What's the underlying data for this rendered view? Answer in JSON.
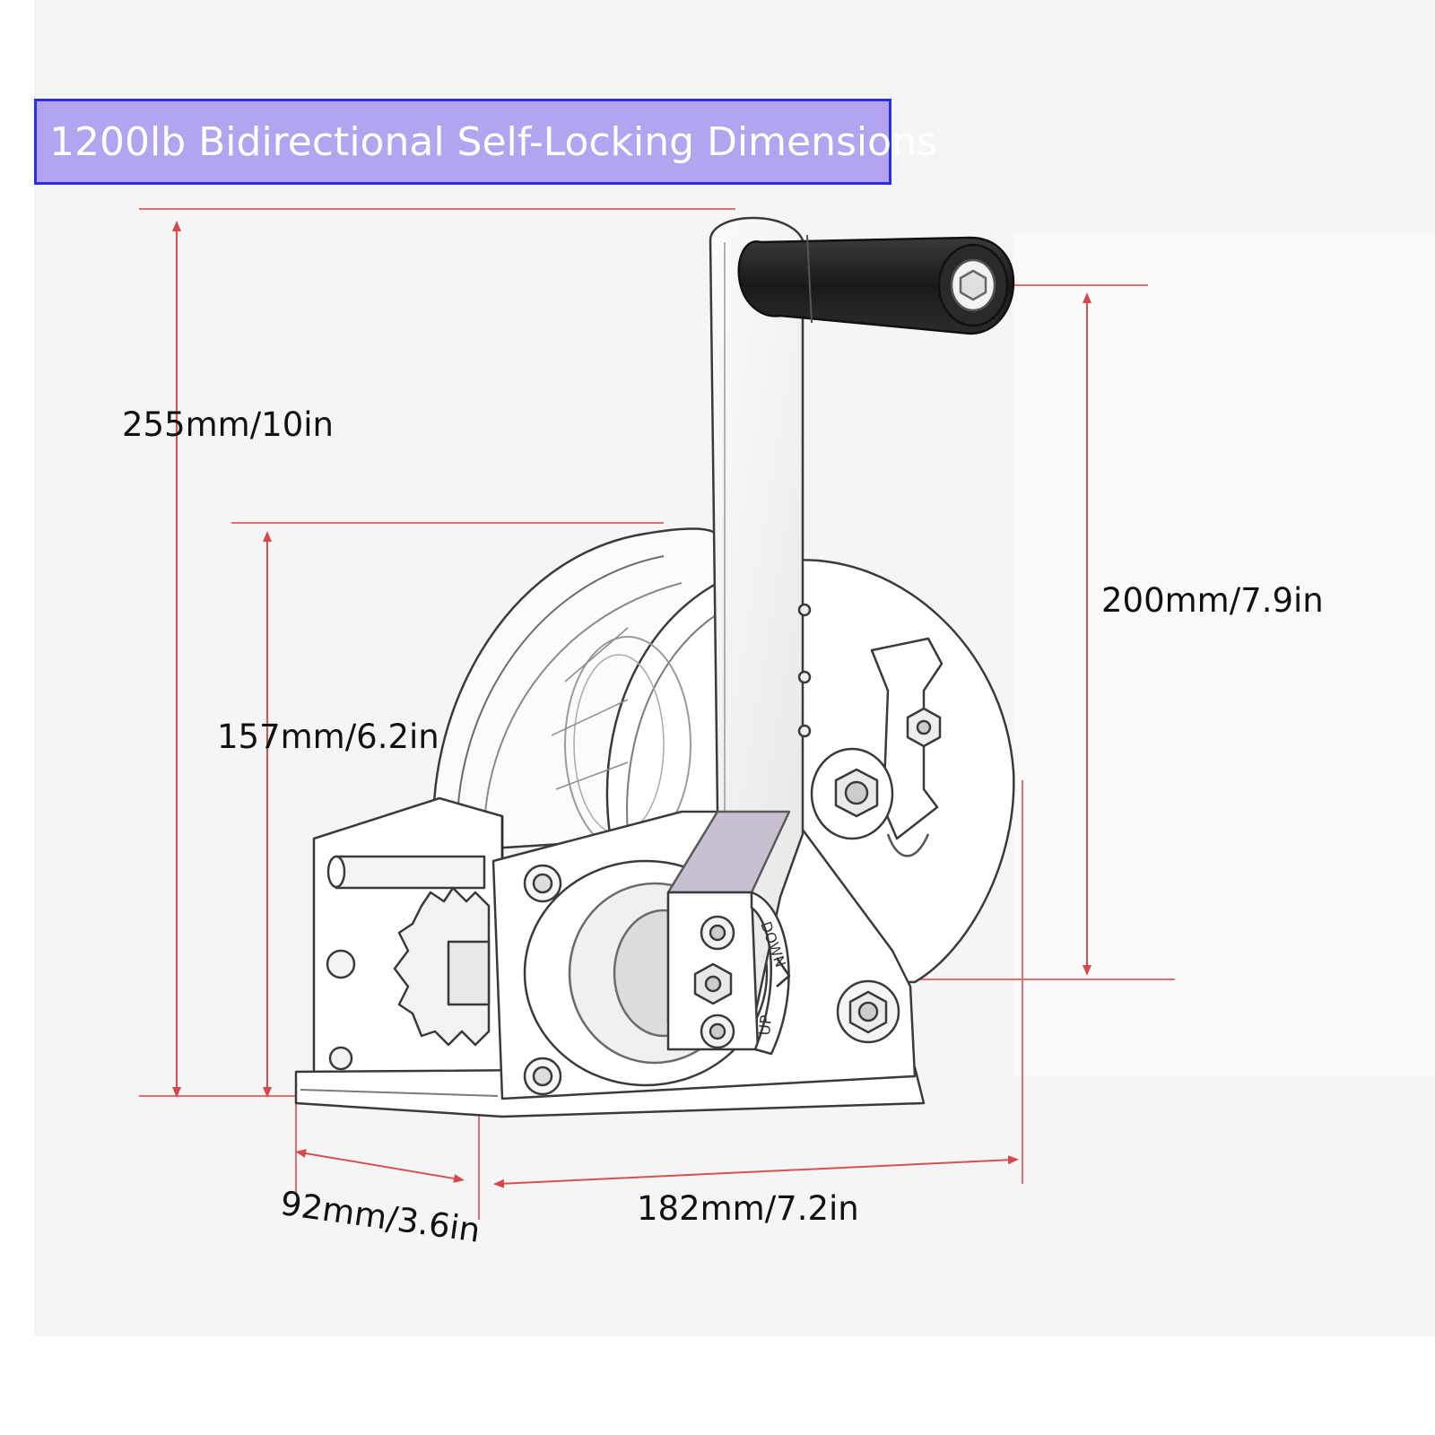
{
  "title": "1200lb Bidirectional Self-Locking Dimensions",
  "dimensions": {
    "total_height": "255mm/10in",
    "drum_height": "157mm/6.2in",
    "handle_height": "200mm/7.9in",
    "base_depth": "92mm/3.6in",
    "base_width": "182mm/7.2in"
  },
  "markings": {
    "down": "DOWN",
    "up": "UP"
  },
  "colors": {
    "title_bg": "#b2a4ee",
    "title_border": "#2a2ee6",
    "dimension_line": "#e05a5a",
    "handle_grip": "#222222",
    "outline": "#3a3a3a"
  }
}
